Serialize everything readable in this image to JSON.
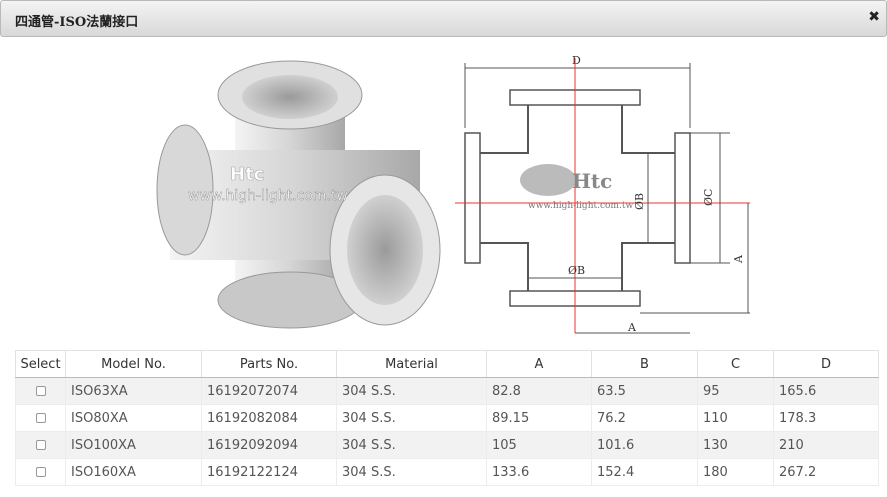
{
  "window": {
    "title": "四通管-ISO法蘭接口",
    "close_icon": "close-icon"
  },
  "image": {
    "watermark": "www.high-light.com.tw",
    "logo": "Htc"
  },
  "drawing": {
    "labels": {
      "D": "D",
      "C": "ØC",
      "A_vertical": "A",
      "B_vertical": "ØB",
      "B_horizontal": "ØB",
      "A_horizontal": "A"
    }
  },
  "table": {
    "headers": [
      "Select",
      "Model No.",
      "Parts No.",
      "Material",
      "A",
      "B",
      "C",
      "D"
    ],
    "rows": [
      {
        "model": "ISO63XA",
        "parts": "16192072074",
        "material": "304 S.S.",
        "A": "82.8",
        "B": "63.5",
        "C": "95",
        "D": "165.6"
      },
      {
        "model": "ISO80XA",
        "parts": "16192082084",
        "material": "304 S.S.",
        "A": "89.15",
        "B": "76.2",
        "C": "110",
        "D": "178.3"
      },
      {
        "model": "ISO100XA",
        "parts": "16192092094",
        "material": "304 S.S.",
        "A": "105",
        "B": "101.6",
        "C": "130",
        "D": "210"
      },
      {
        "model": "ISO160XA",
        "parts": "16192122124",
        "material": "304 S.S.",
        "A": "133.6",
        "B": "152.4",
        "C": "180",
        "D": "267.2"
      }
    ]
  }
}
